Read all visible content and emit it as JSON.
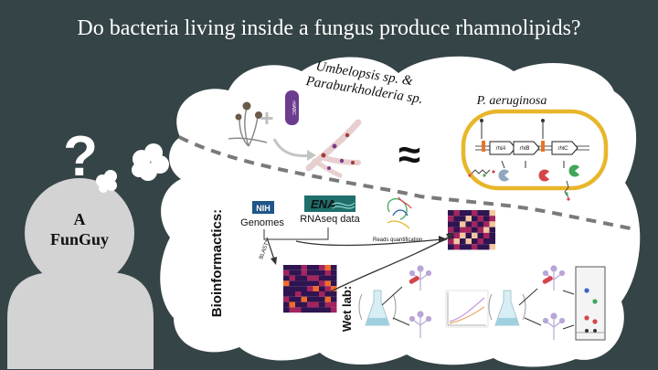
{
  "title": "Do bacteria living inside a fungus produce rhamnolipids?",
  "person": {
    "name_line1": "A",
    "name_line2": "FunGuy"
  },
  "thought": {
    "question_mark": "?"
  },
  "symbiosis": {
    "label_line1": "Umbelopsis sp. &",
    "label_line2": "Paraburkholderia sp.",
    "plus": "+",
    "bacterium_label": "rhlABC",
    "approx_symbol": "≈"
  },
  "reference": {
    "organism": "P. aeruginosa",
    "genes": [
      "rhlA",
      "rhlB",
      "rhlC"
    ]
  },
  "bioinformatics": {
    "section_label": "Bioinformactics:",
    "genomes_logo": "NIH",
    "genomes_label": "Genomes",
    "rnaseq_logo": "ENA",
    "rnaseq_label": "RNAseq data",
    "blast_label": "BLAST*",
    "reads_label": "Reads quantification"
  },
  "wetlab": {
    "section_label": "Wet lab:"
  },
  "colors": {
    "background": "#354447",
    "cloud": "#ffffff",
    "person": "#d3d3d3",
    "dashed": "#7a7a7a",
    "yellow_frame": "#e8b62a",
    "heatmap_dark": "#2e1450",
    "heatmap_mid": "#a3245e",
    "heatmap_hot": "#f26b2a"
  }
}
